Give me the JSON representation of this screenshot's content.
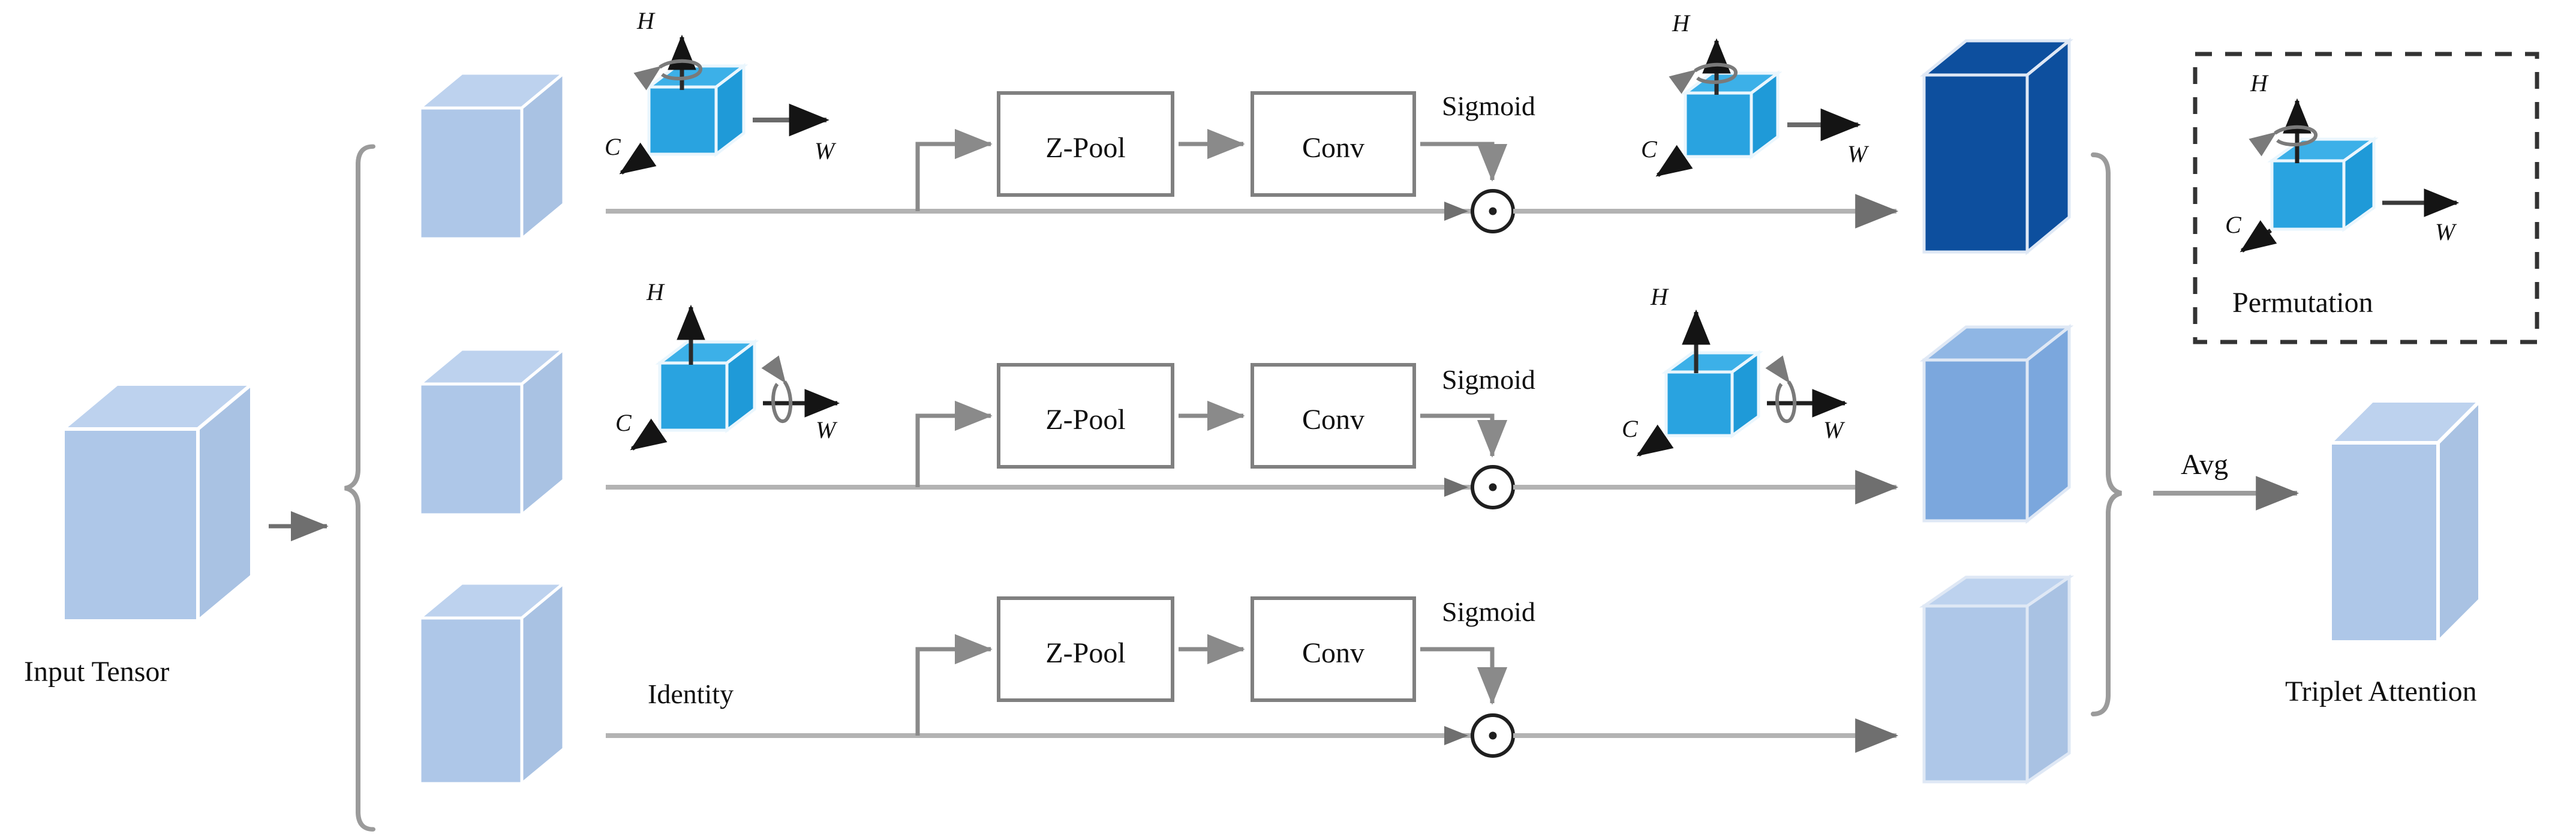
{
  "figure": {
    "title": "Triplet Attention module block diagram",
    "type": "diagram",
    "background": "#ffffff"
  },
  "colors": {
    "tensor_light": "#aec7e8",
    "tensor_light_top": "#bdd2ee",
    "tensor_light_side": "#a9c2e3",
    "tensor_medium": "#7ba7dd",
    "tensor_medium_top": "#8fb6e4",
    "tensor_medium_side": "#7ba7dd",
    "tensor_dark": "#0d4f9e",
    "tensor_dark_top": "#0d4f9e",
    "tensor_dark_side": "#0d4f9e",
    "permute_cube": "#29a3e0",
    "permute_cube_top": "#3cb0e8",
    "permute_cube_side": "#1f9ad8",
    "line": "#7f7f7f",
    "line_light": "#b3b3b3",
    "box_border": "#808080",
    "axis_arrow": "#1a1a1a",
    "rotation_arc": "#7a7a7a",
    "dashed_border": "#333333",
    "text": "#101010"
  },
  "input": {
    "label": "Input Tensor"
  },
  "output": {
    "label": "Triplet Attention",
    "avg_label": "Avg"
  },
  "legend": {
    "caption": "Permutation",
    "axes": {
      "h": "H",
      "c": "C",
      "w": "W"
    }
  },
  "axes": {
    "h": "H",
    "c": "C",
    "w": "W"
  },
  "branches": [
    {
      "id": "branch-top",
      "transform_label": "",
      "rotation_axis": "H",
      "pre_permute": {
        "axes": {
          "h": "H",
          "c": "C",
          "w": "W"
        },
        "rotation_on": "H"
      },
      "blocks": [
        "Z-Pool",
        "Conv"
      ],
      "activation": "Sigmoid",
      "mul_symbol": "⊙",
      "post_permute": {
        "axes": {
          "h": "H",
          "c": "C",
          "w": "W"
        },
        "rotation_on": "H"
      },
      "output_tensor_color": "#0d4f9e"
    },
    {
      "id": "branch-middle",
      "transform_label": "",
      "rotation_axis": "W",
      "pre_permute": {
        "axes": {
          "h": "H",
          "c": "C",
          "w": "W"
        },
        "rotation_on": "W"
      },
      "blocks": [
        "Z-Pool",
        "Conv"
      ],
      "activation": "Sigmoid",
      "mul_symbol": "⊙",
      "post_permute": {
        "axes": {
          "h": "H",
          "c": "C",
          "w": "W"
        },
        "rotation_on": "W"
      },
      "output_tensor_color": "#7ba7dd"
    },
    {
      "id": "branch-bottom",
      "transform_label": "Identity",
      "rotation_axis": "none",
      "blocks": [
        "Z-Pool",
        "Conv"
      ],
      "activation": "Sigmoid",
      "mul_symbol": "⊙",
      "output_tensor_color": "#aec7e8"
    }
  ],
  "block_labels": {
    "zpool": "Z-Pool",
    "conv": "Conv",
    "sigmoid": "Sigmoid",
    "identity": "Identity"
  }
}
